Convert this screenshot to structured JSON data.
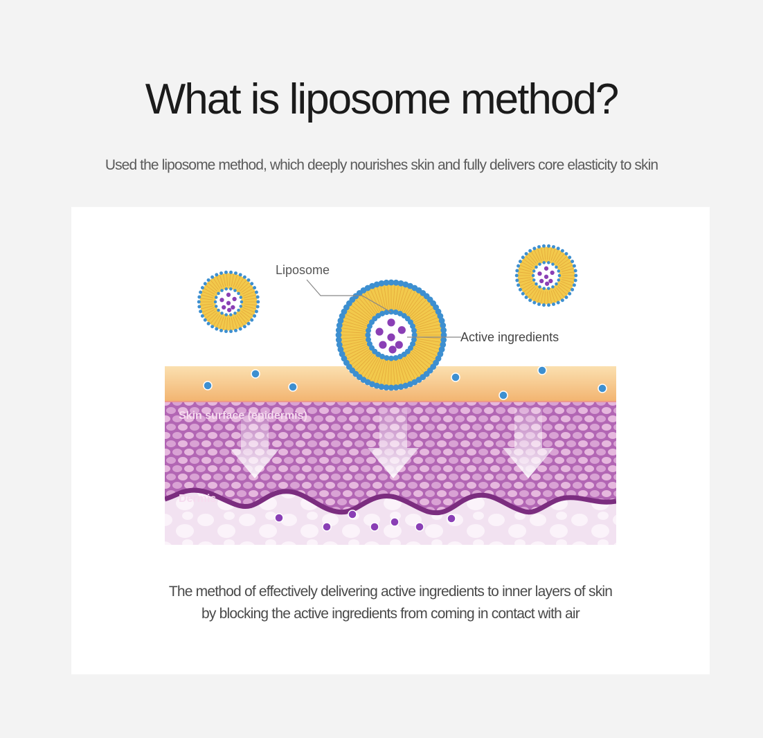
{
  "title": "What is liposome method?",
  "subtitle": "Used the liposome method, which deeply nourishes skin and fully delivers core elasticity to skin",
  "diagram": {
    "label_liposome": "Liposome",
    "label_active": "Active ingredients",
    "label_epidermis": "Skin surface (epidermis)",
    "label_dermis": "Dermis"
  },
  "caption": {
    "line1": "The method of effectively delivering active ingredients to inner layers of skin",
    "line2": "by blocking the active ingredients from coming in contact with air"
  },
  "colors": {
    "page_bg": "#f3f3f3",
    "card_bg": "#ffffff",
    "lipid_head": "#3d8fd0",
    "lipid_tail": "#f2c94c",
    "active_dot": "#8a3fb5",
    "epidermis_top": "#f6c987",
    "epidermis_cells": "#b26ab5",
    "dermis": "#f0dff0"
  }
}
